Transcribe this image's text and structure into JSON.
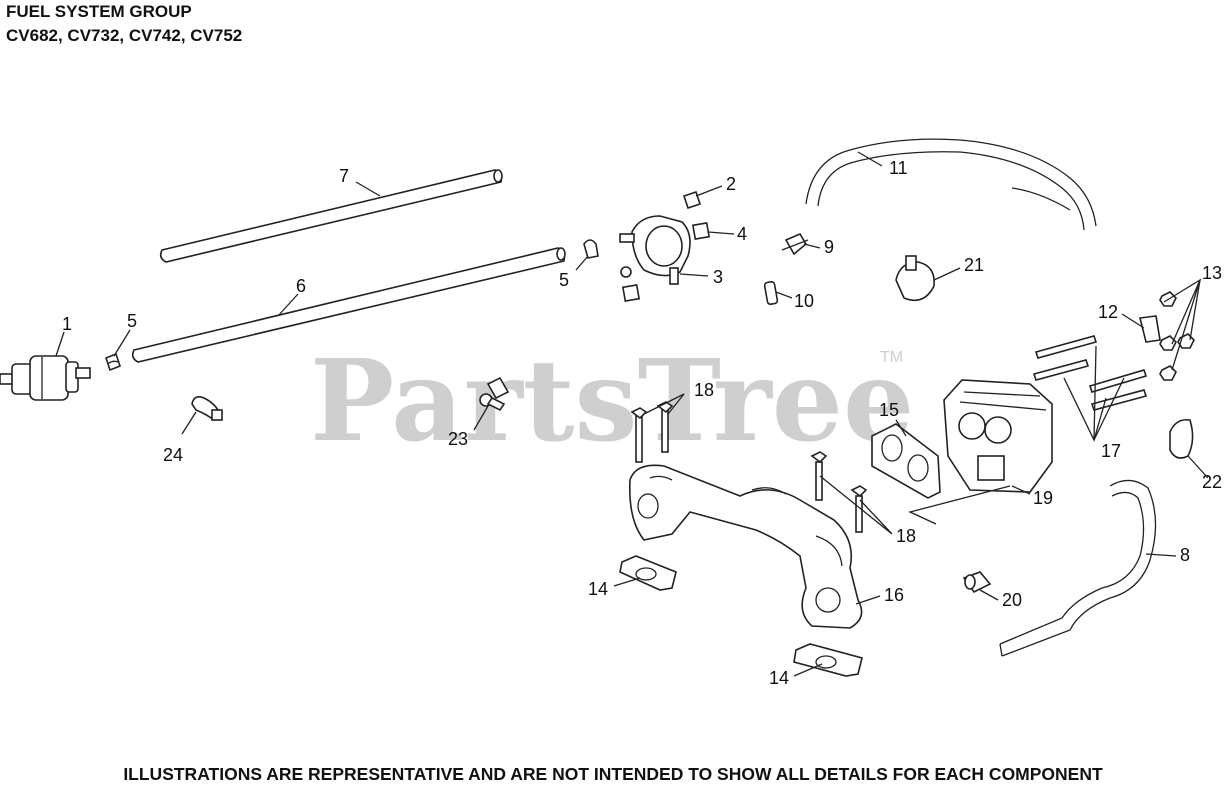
{
  "header": {
    "title": "FUEL SYSTEM GROUP",
    "models": "CV682, CV732, CV742, CV752"
  },
  "watermark": {
    "text": "PartsTree",
    "tm": "TM"
  },
  "callouts": {
    "c1": "1",
    "c2": "2",
    "c3": "3",
    "c4": "4",
    "c5a": "5",
    "c5b": "5",
    "c6": "6",
    "c7": "7",
    "c8": "8",
    "c9": "9",
    "c10": "10",
    "c11": "11",
    "c12": "12",
    "c13": "13",
    "c14a": "14",
    "c14b": "14",
    "c15": "15",
    "c16": "16",
    "c17": "17",
    "c18a": "18",
    "c18b": "18",
    "c19": "19",
    "c20": "20",
    "c21": "21",
    "c22": "22",
    "c23": "23",
    "c24": "24"
  },
  "footer": {
    "disclaimer": "ILLUSTRATIONS ARE REPRESENTATIVE AND ARE NOT INTENDED TO SHOW ALL DETAILS FOR EACH COMPONENT"
  }
}
